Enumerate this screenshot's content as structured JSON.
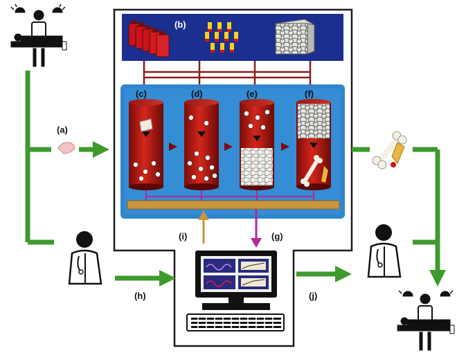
{
  "labels": {
    "a": "(a)",
    "b": "(b)",
    "c": "(c)",
    "d": "(d)",
    "e": "(e)",
    "f": "(f)",
    "g": "(g)",
    "h": "(h)",
    "i": "(i)",
    "j": "(j)"
  },
  "colors": {
    "green": "#3f9a2e",
    "navy": "#1a2f8f",
    "sky": "#2f86cf",
    "red": "#b81410",
    "magenta": "#b0289a",
    "tan": "#c9953f",
    "maroon": "#8c1a1a"
  },
  "icons": [
    "patient-on-bed-icon",
    "scientist-icon",
    "computer-monitor-icon",
    "keyboard-icon",
    "bioreactor-icon",
    "bone-icon",
    "tissue-sample-icon"
  ]
}
